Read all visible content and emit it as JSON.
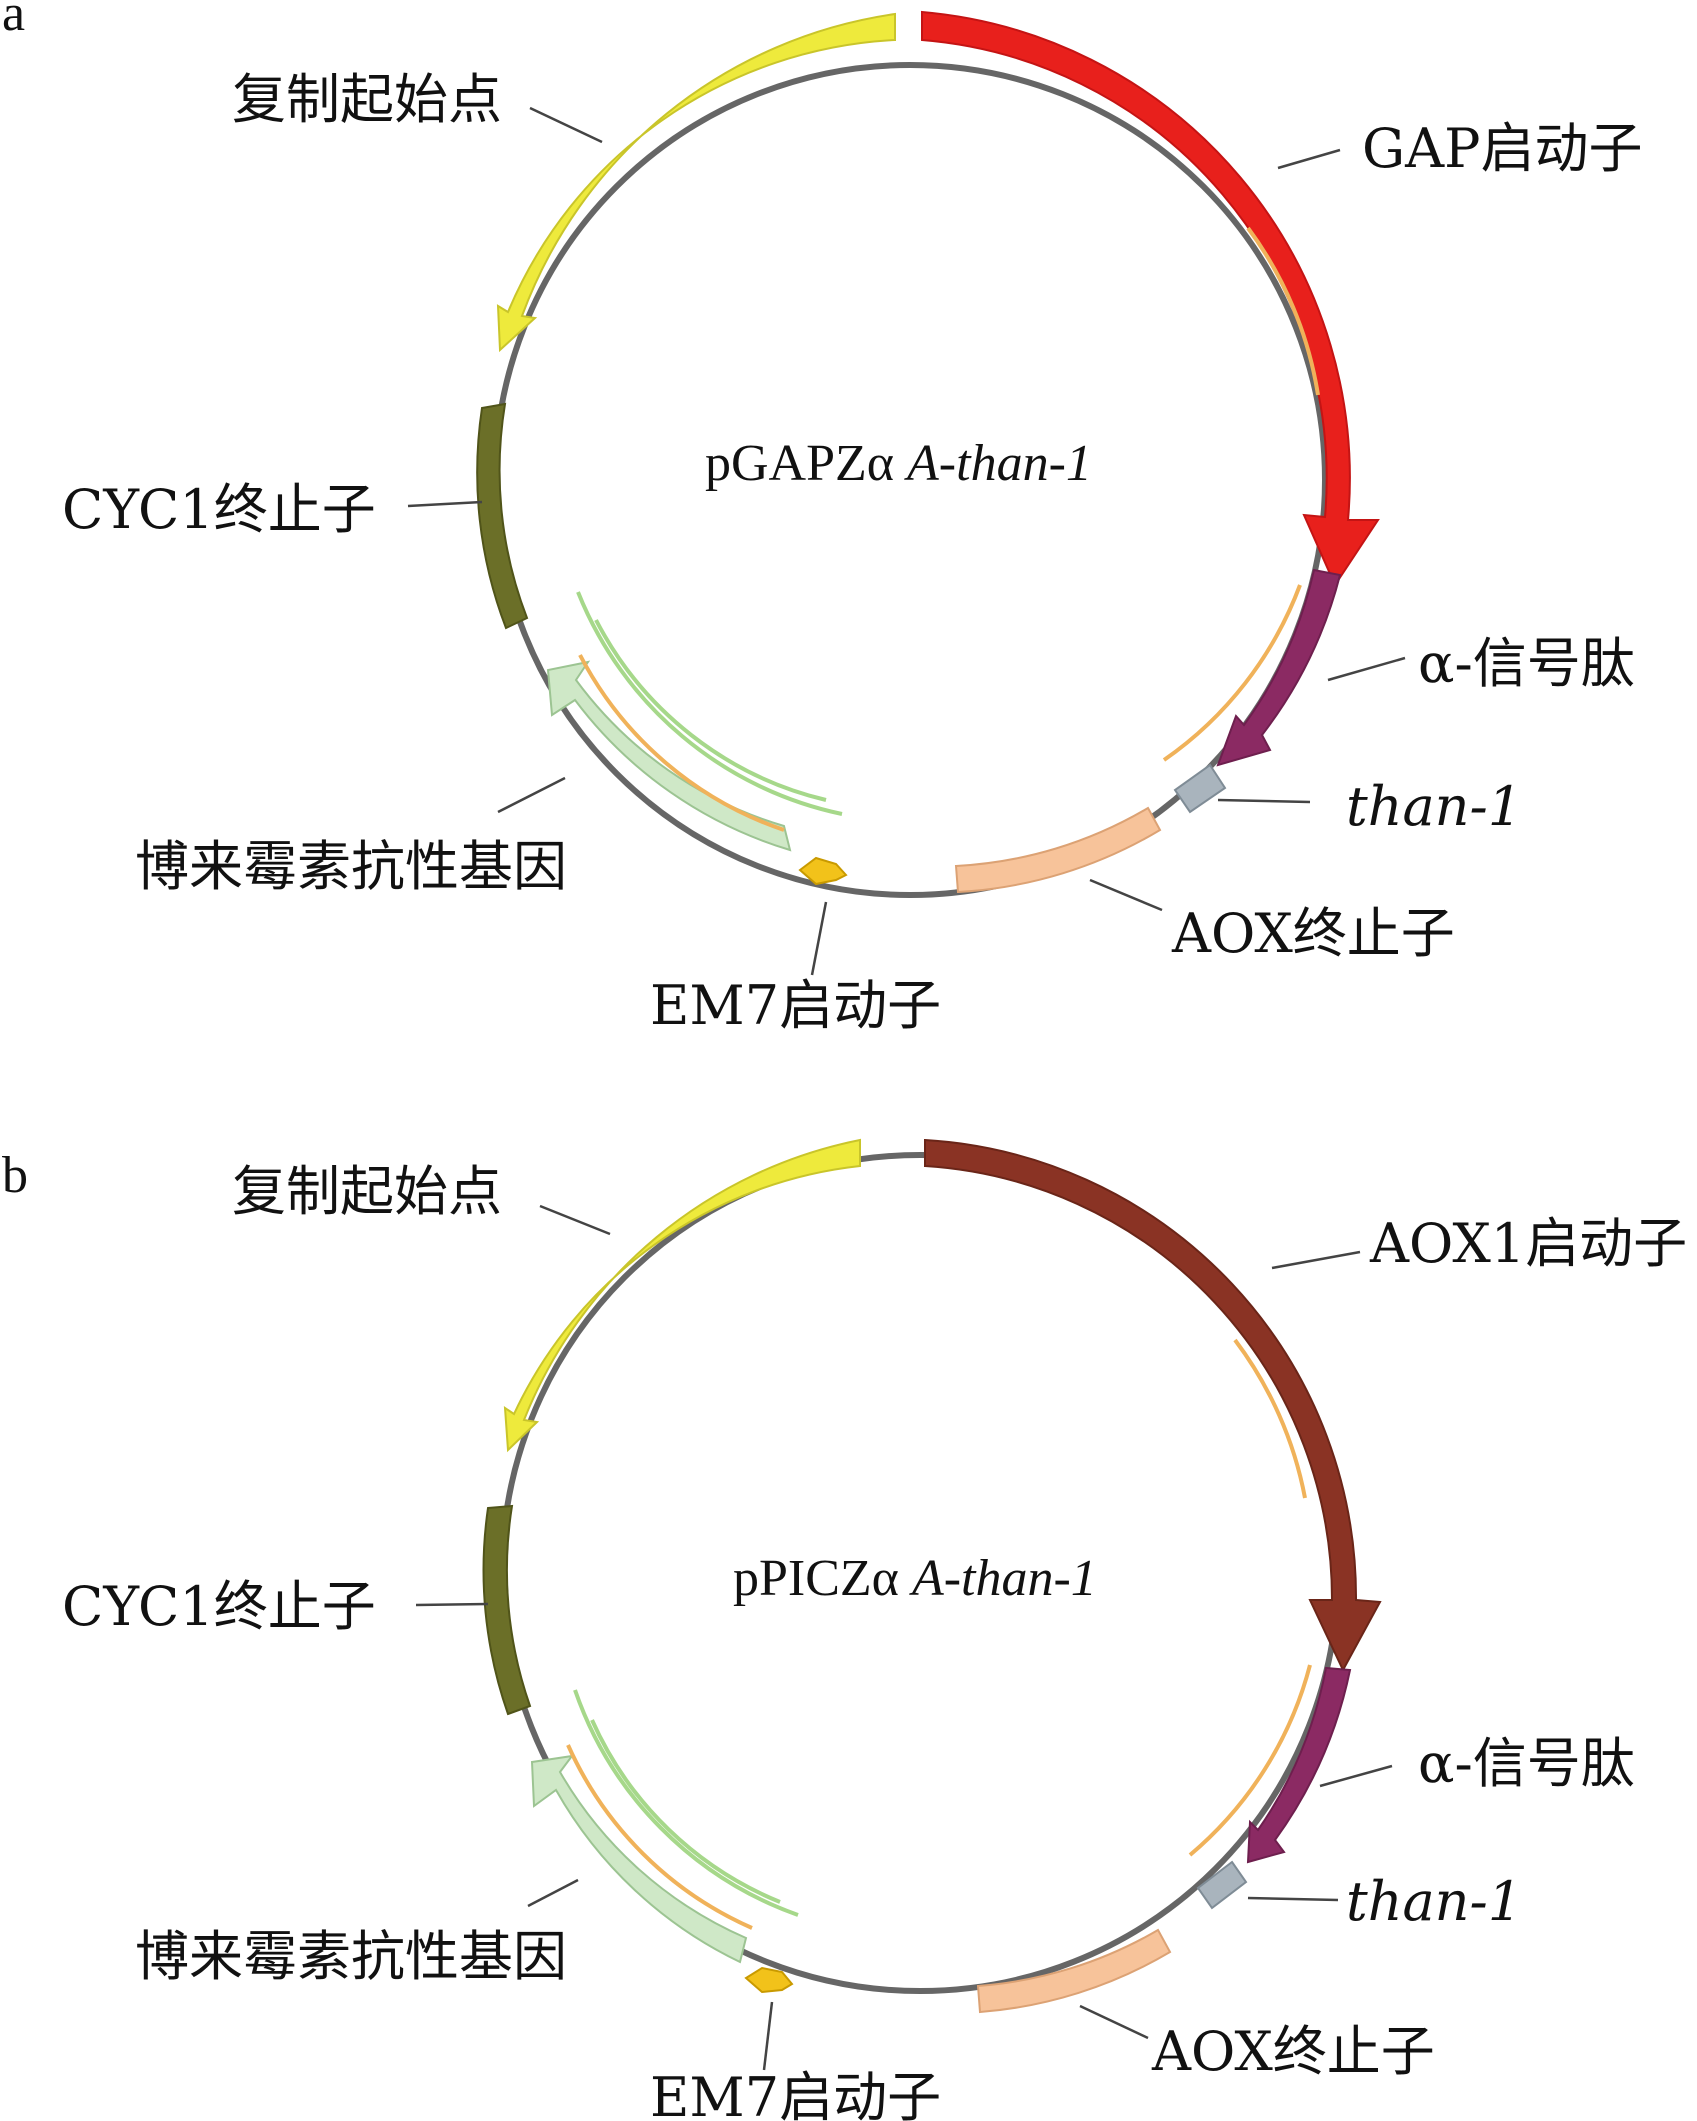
{
  "panels": [
    {
      "letter": "a",
      "plasmid": {
        "prefix": "pGAPZα ",
        "gene": "A-than-1"
      },
      "labels": {
        "ori": "复制起始点",
        "promoter": "GAP启动子",
        "signal": "α-信号肽",
        "gene": "than-1",
        "aox_term": "AOX终止子",
        "em7": "EM7启动子",
        "zeocin": "博来霉素抗性基因",
        "cyc1": "CYC1终止子"
      },
      "promoter_color": "#e8201c"
    },
    {
      "letter": "b",
      "plasmid": {
        "prefix": "pPICZα ",
        "gene": "A-than-1"
      },
      "labels": {
        "ori": "复制起始点",
        "promoter": "AOX1启动子",
        "signal": "α-信号肽",
        "gene": "than-1",
        "aox_term": "AOX终止子",
        "em7": "EM7启动子",
        "zeocin": "博来霉素抗性基因",
        "cyc1": "CYC1终止子"
      },
      "promoter_color": "#8a3324"
    }
  ],
  "feature_colors": {
    "ori": "#eeea3c",
    "signal": "#8b2a63",
    "gene": "#a9b4bd",
    "aox_term": "#f7c39a",
    "em7": "#f2c21a",
    "zeocin": "#cfe8c7",
    "cyc1": "#6b6f28",
    "backbone": "#666666",
    "inner_orange": "#f0b25a",
    "inner_green": "#a6d88a"
  }
}
